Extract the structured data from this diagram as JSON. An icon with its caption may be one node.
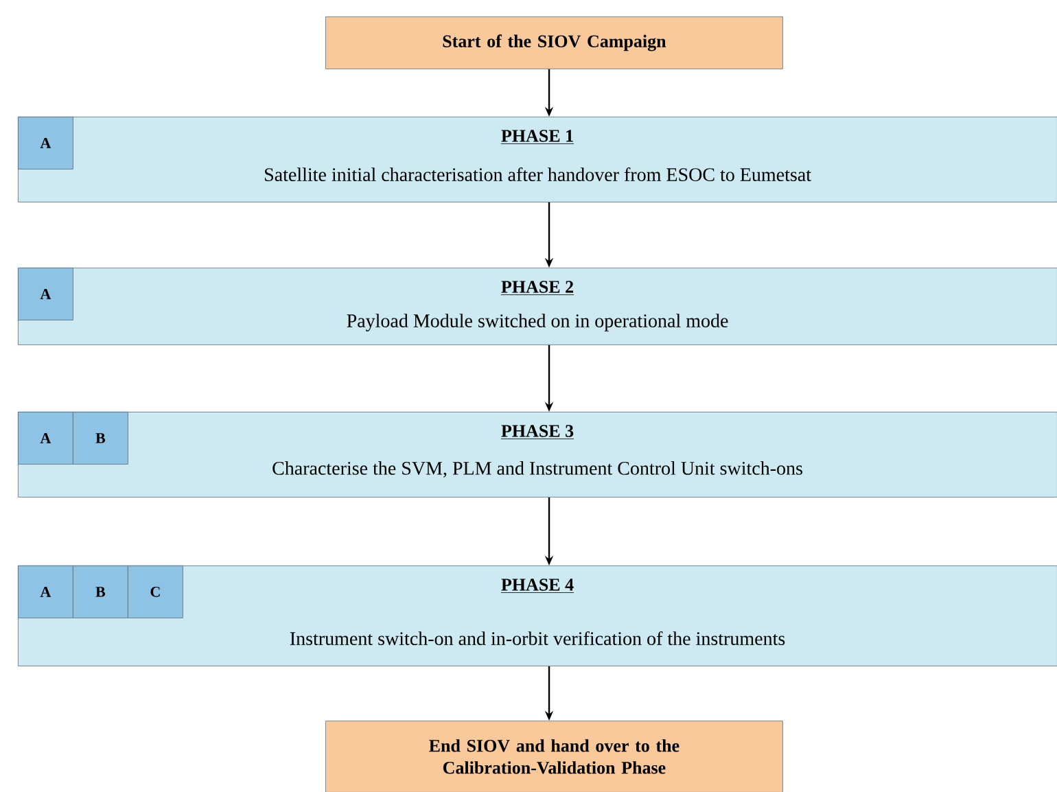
{
  "diagram": {
    "nodes": [
      {
        "text": [
          "Start of the SIOV Campaign"
        ]
      },
      {
        "text": [
          "PHASE 1",
          "Satellite initial characterisation after handover from ESOC to Eumetsat"
        ]
      },
      {
        "text": [
          "A"
        ],
        "in": 1
      },
      {
        "text": [
          "PHASE 2",
          "Payload Module switched on in operational mode"
        ]
      },
      {
        "text": [
          "A"
        ],
        "in": 3
      },
      {
        "text": [
          "PHASE 3",
          "Characterise the SVM, PLM and Instrument Control Unit switch-ons"
        ]
      },
      {
        "text": [
          "A"
        ],
        "in": 5
      },
      {
        "text": [
          "B"
        ],
        "in": 5
      },
      {
        "text": [
          "PHASE 4",
          "Instrument switch-on and in-orbit verification of the instruments"
        ]
      },
      {
        "text": [
          "A"
        ],
        "in": 8
      },
      {
        "text": [
          "B"
        ],
        "in": 8
      },
      {
        "text": [
          "C"
        ],
        "in": 8
      },
      {
        "text": [
          "End SIOV and hand over to the Calibration-Validation Phase"
        ]
      }
    ],
    "edges": [
      {
        "from": 0,
        "to": 1,
        "arrow": "to"
      },
      {
        "from": 1,
        "to": 3,
        "arrow": "to"
      },
      {
        "from": 3,
        "to": 5,
        "arrow": "to"
      },
      {
        "from": 5,
        "to": 8,
        "arrow": "to"
      },
      {
        "from": 8,
        "to": 12,
        "arrow": "to"
      }
    ]
  }
}
